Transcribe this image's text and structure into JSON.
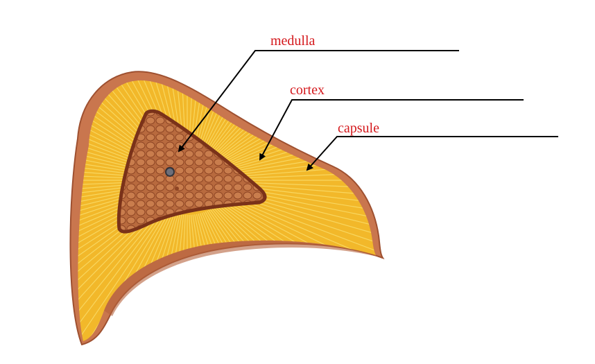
{
  "labels": {
    "medulla": "medulla",
    "cortex": "cortex",
    "capsule": "capsule"
  },
  "colors": {
    "label_text": "#d4181c",
    "leader_line": "#000000",
    "capsule": "#c9764e",
    "cortex": "#f2b82a",
    "cortex_striation": "#f9dc6a",
    "medulla": "#b5673d",
    "medulla_border": "#7a3219"
  }
}
